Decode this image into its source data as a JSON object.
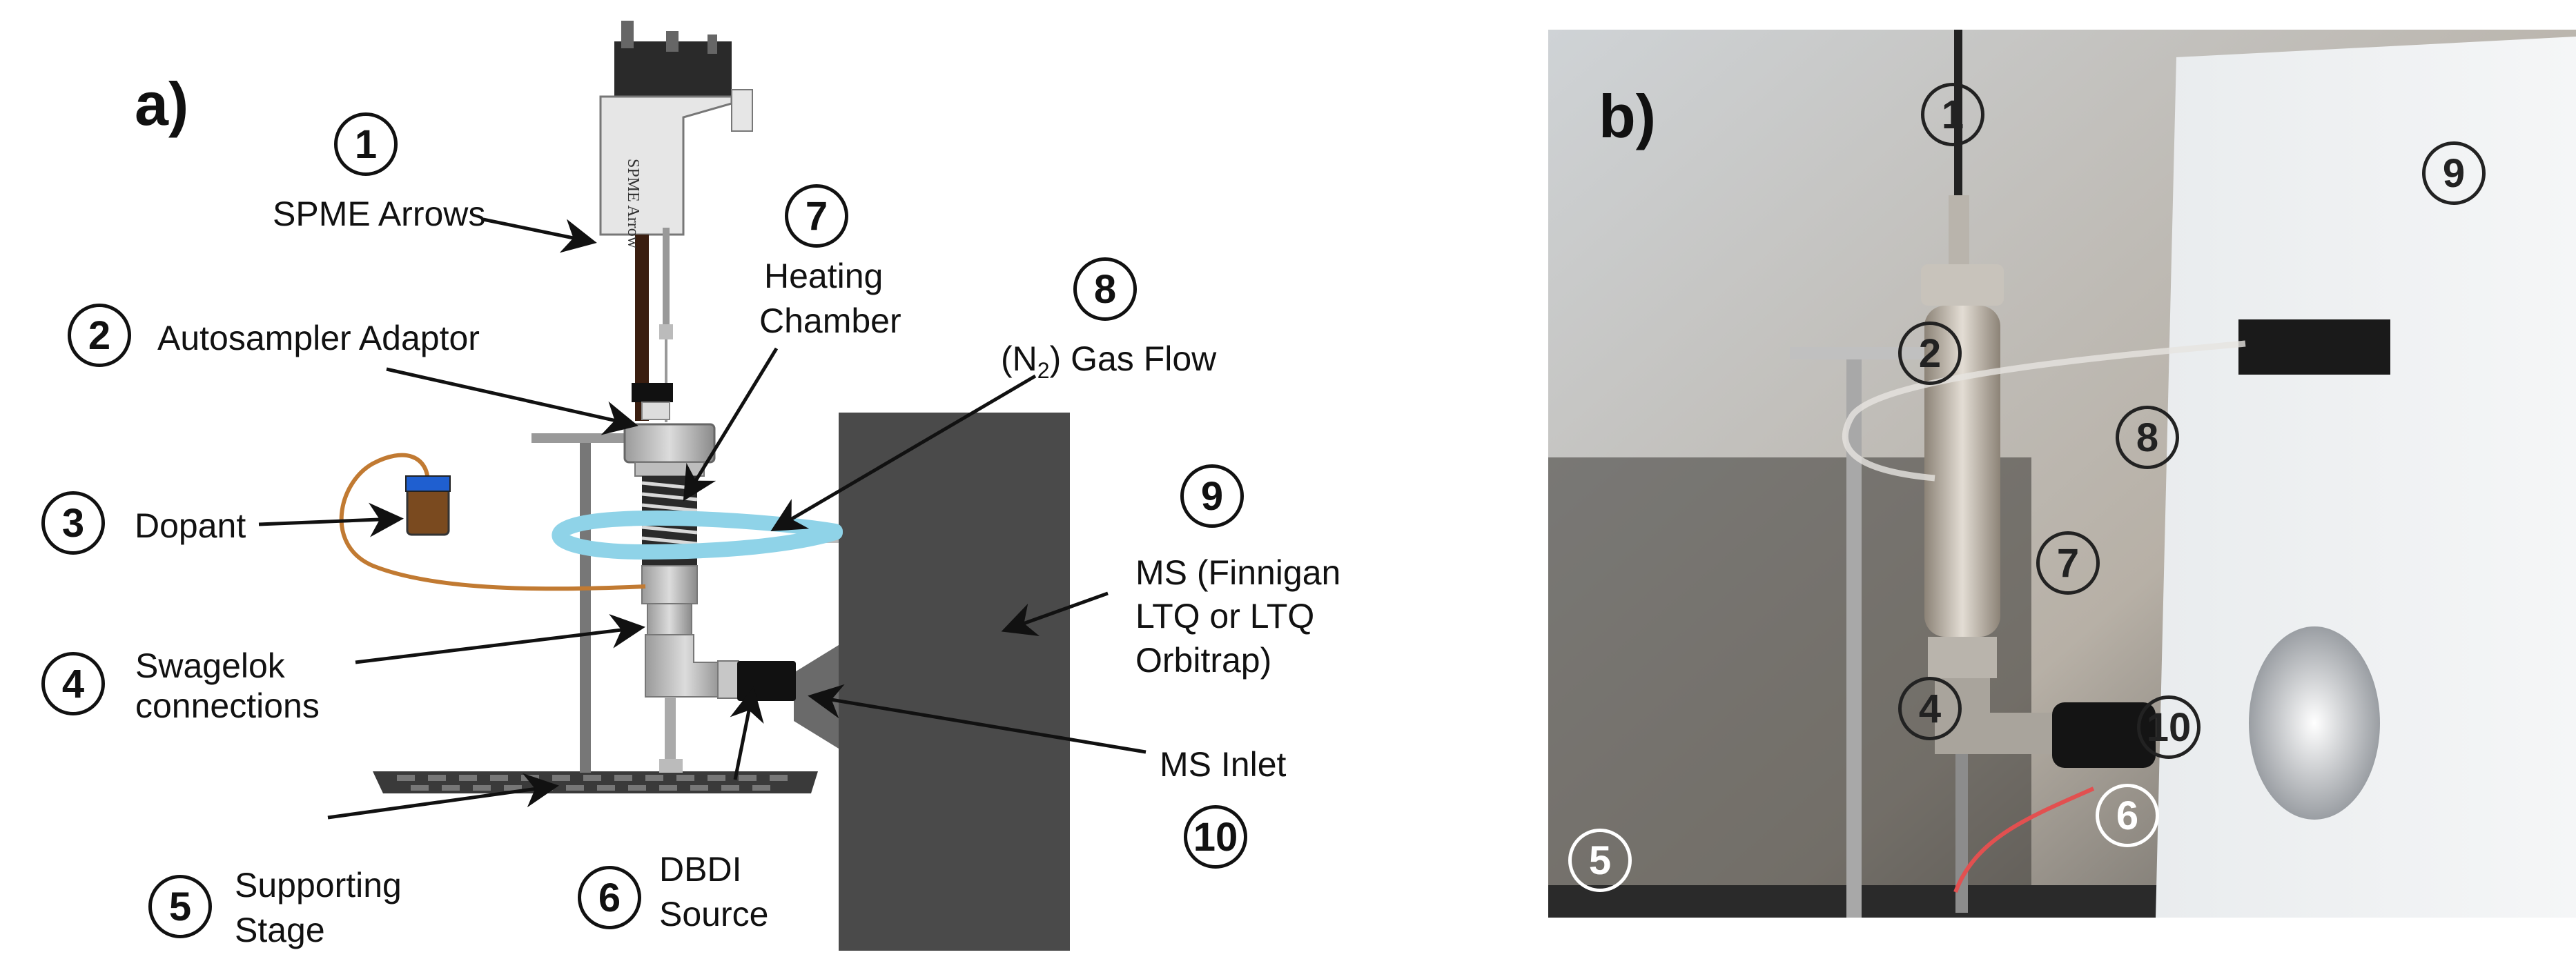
{
  "panel_a": {
    "letter": "a)",
    "numbers": [
      "1",
      "2",
      "3",
      "4",
      "5",
      "6",
      "7",
      "8",
      "9",
      "10"
    ],
    "spme_body_text": "SPME Arrow",
    "labels": {
      "spme": "SPME Arrows",
      "adaptor": "Autosampler Adaptor",
      "dopant": "Dopant",
      "swagelok_1": "Swagelok",
      "swagelok_2": "connections",
      "stage_1": "Supporting",
      "stage_2": "Stage",
      "dbdi_1": "DBDI",
      "dbdi_2": "Source",
      "heating_1": "Heating",
      "heating_2": "Chamber",
      "gas_pre": "(N",
      "gas_sub": "2",
      "gas_post": ") Gas Flow",
      "ms_1": "MS (Finnigan",
      "ms_2": "LTQ or LTQ",
      "ms_3": "Orbitrap)",
      "inlet": "MS Inlet"
    }
  },
  "panel_b": {
    "letter": "b)",
    "numbers": [
      "1",
      "2",
      "8",
      "7",
      "4",
      "10",
      "6",
      "5",
      "9"
    ]
  },
  "colors": {
    "ms_block": "#4a4a4a",
    "gas_flow": "#8fd3e8",
    "dopant_tube": "#c17a32",
    "stage": "#3a3a3a",
    "dbdi_tube": "#e8e8e8"
  }
}
